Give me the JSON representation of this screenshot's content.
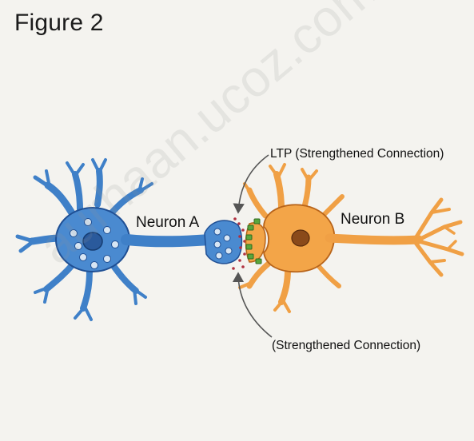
{
  "figure_title": "Figure 2",
  "labels": {
    "neuron_a": "Neuron A",
    "neuron_b": "Neuron B",
    "ltp": "LTP (Strengthened Connection)",
    "strengthened": "(Strengthened Connection)"
  },
  "watermark": "aurhaan.ucoz.com",
  "colors": {
    "background": "#f4f3ef",
    "neuron_a": "#3f80c8",
    "neuron_a_dark": "#1f4f94",
    "neuron_b": "#f0a045",
    "neuron_b_dark": "#b8641a",
    "receptor": "#5aa63c",
    "neurotransmitter": "#b03040",
    "arrow": "#555555"
  }
}
